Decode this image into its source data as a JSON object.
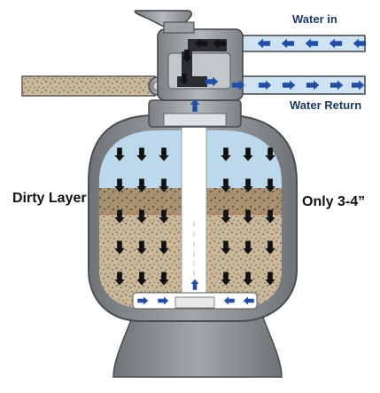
{
  "labels": {
    "water_in": "Water in",
    "water_return": "Water Return",
    "dirty_layer": "Dirty Layer",
    "depth_note": "Only 3-4”"
  },
  "colors": {
    "water": "#bcd9ec",
    "pipe_blue": "#cfe3f2",
    "sand": "#c9b89a",
    "tank_gray": "#8a8d90",
    "valve_gray": "#9a9da0",
    "arrow_black": "#111111",
    "arrow_blue": "#1f4fa8",
    "dirty_line": "#c94040"
  },
  "icons": {
    "down_arrow": "arrow-down-icon",
    "left_arrow": "arrow-left-icon",
    "right_arrow": "arrow-right-icon",
    "up_arrow": "arrow-up-icon"
  }
}
